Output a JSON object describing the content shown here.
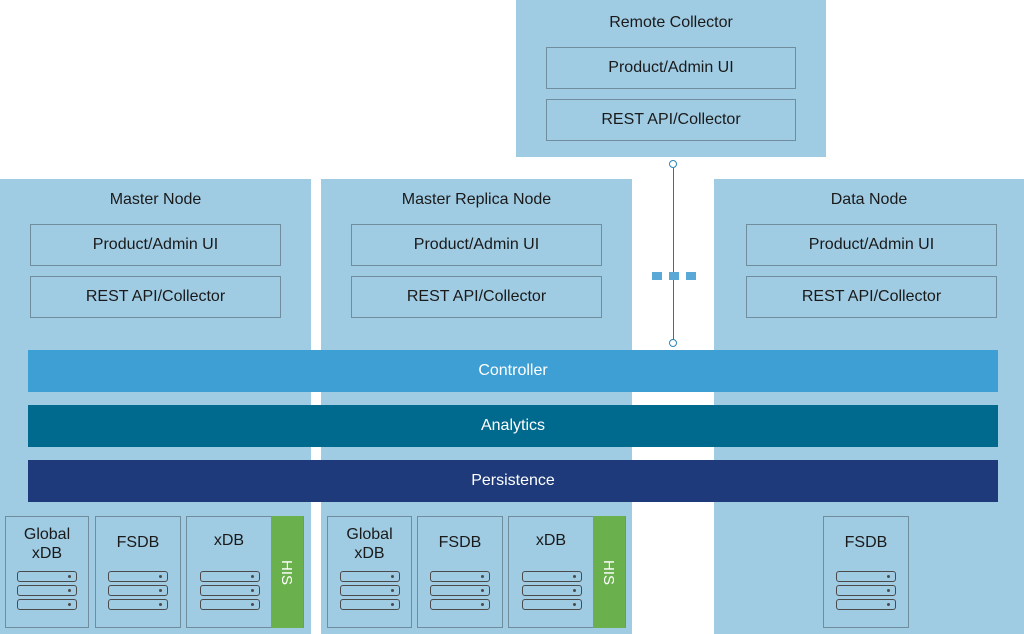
{
  "remote": {
    "title": "Remote Collector",
    "product_ui": "Product/Admin UI",
    "rest_api": "REST API/Collector"
  },
  "master": {
    "title": "Master Node",
    "product_ui": "Product/Admin UI",
    "rest_api": "REST API/Collector",
    "db1": "Global\nxDB",
    "db2": "FSDB",
    "db3": "xDB",
    "his": "HIS"
  },
  "replica": {
    "title": "Master Replica Node",
    "product_ui": "Product/Admin UI",
    "rest_api": "REST API/Collector",
    "db1": "Global\nxDB",
    "db2": "FSDB",
    "db3": "xDB",
    "his": "HIS"
  },
  "data_node": {
    "title": "Data Node",
    "product_ui": "Product/Admin UI",
    "rest_api": "REST API/Collector",
    "db1": "FSDB"
  },
  "layers": {
    "controller": "Controller",
    "analytics": "Analytics",
    "persistence": "Persistence"
  },
  "colors": {
    "node_bg": "#9fcbe3",
    "controller": "#3d9fd3",
    "analytics": "#006a8e",
    "persistence": "#1e3a7b",
    "his": "#6ab04c"
  }
}
